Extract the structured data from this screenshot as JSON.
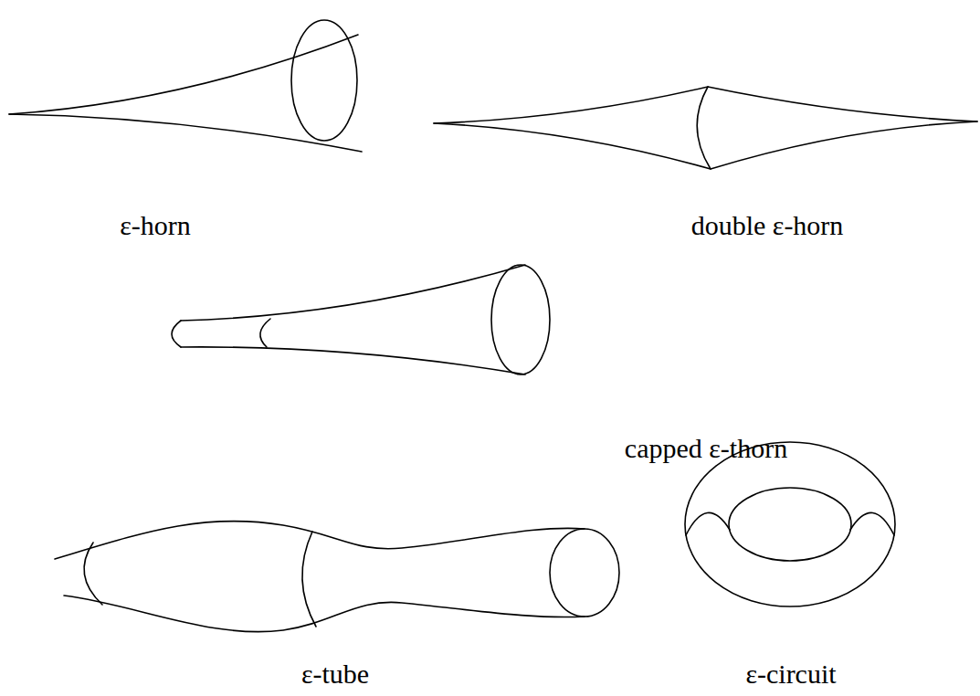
{
  "diagram": {
    "labels": [
      "ε-horn",
      "double ε-horn",
      "capped ε-thorn",
      "ε-tube",
      "ε-circuit"
    ]
  }
}
